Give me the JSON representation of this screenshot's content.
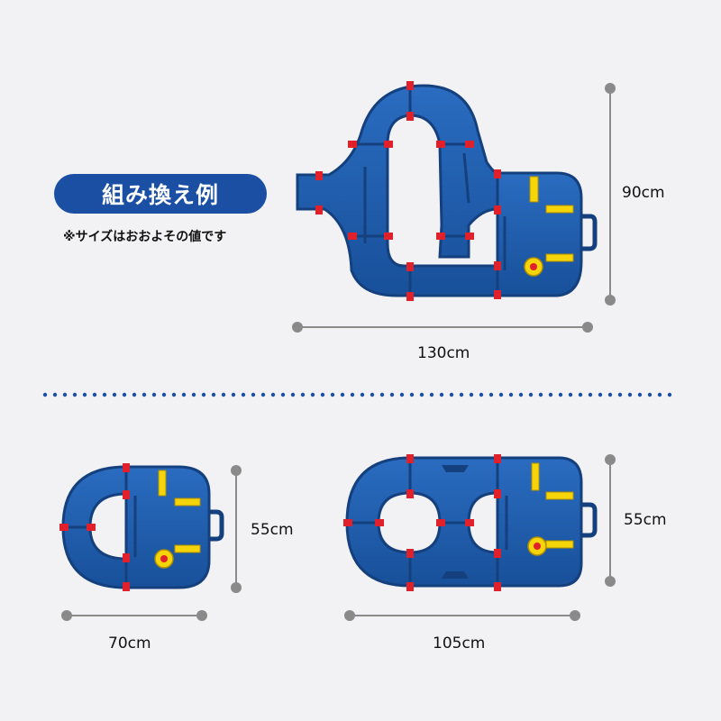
{
  "badge": {
    "text": "組み換え例"
  },
  "note": {
    "text": "※サイズはおおよその値です"
  },
  "dimensions": {
    "large_width": "130cm",
    "large_height": "90cm",
    "small_width": "70cm",
    "small_height": "55cm",
    "medium_width": "105cm",
    "medium_height": "55cm"
  },
  "colors": {
    "tray_blue": "#1f5fb0",
    "tray_dark": "#15407e",
    "connector_red": "#e0202a",
    "accent_yellow": "#f5d40a",
    "badge_blue": "#1a4fa3",
    "divider_dot": "#1a4fa3",
    "measure_gray": "#8a8a8a"
  }
}
